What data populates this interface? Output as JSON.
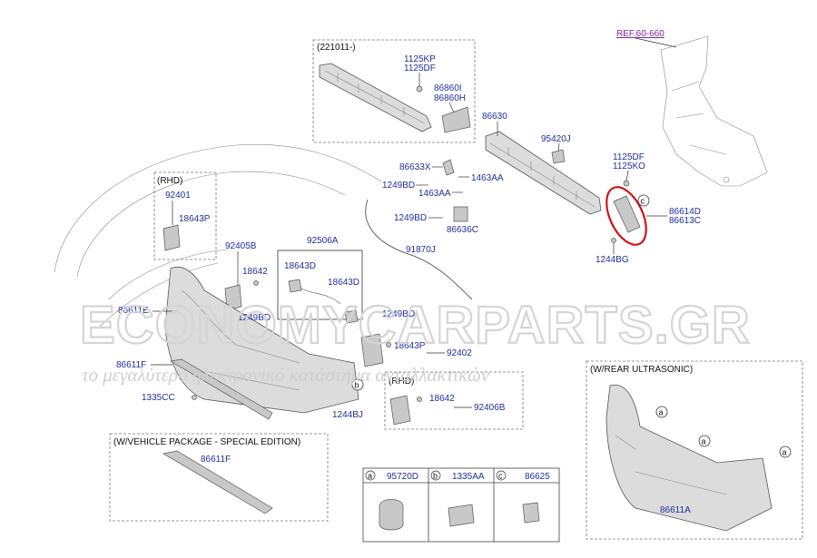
{
  "ref": "REF.60-660",
  "boxes": {
    "top": "(221011-)",
    "rhd_left": "(RHD)",
    "rhd_center": "(RHD)",
    "special": "(W/VEHICLE PACKAGE - SPECIAL EDITION)",
    "ultrasonic": "(W/REAR ULTRASONIC)"
  },
  "parts": {
    "p1125KP": "1125KP",
    "p1125DF_top": "1125DF",
    "p86860I": "86860I",
    "p86860H": "86860H",
    "p86630": "86630",
    "p95420J": "95420J",
    "p1125DF": "1125DF",
    "p1125KO": "1125KO",
    "p86633X": "86633X",
    "p1463AA_a": "1463AA",
    "p1249BD_a": "1249BD",
    "p1463AA_b": "1463AA",
    "p1249BD_b": "1249BD",
    "p86636C": "86636C",
    "p86614D": "86614D",
    "p86613C": "86613C",
    "p1244BG": "1244BG",
    "p92401": "92401",
    "p18643P_a": "18643P",
    "p92405B": "92405B",
    "p92506A": "92506A",
    "p91870J": "91870J",
    "p18642_a": "18642",
    "p18643D_a": "18643D",
    "p18643D_b": "18643D",
    "p86611E": "86611E",
    "p1249BD_c": "1249BD",
    "p1249BD_d": "1249BD",
    "p18643P_b": "18643P",
    "p92402": "92402",
    "p86611F": "86611F",
    "p1335CC": "1335CC",
    "p18642_b": "18642",
    "p92406B": "92406B",
    "p1244BJ": "1244BJ",
    "p86611F_b": "86611F",
    "p86611A": "86611A"
  },
  "callouts": {
    "a": "a",
    "b": "b",
    "c": "c"
  },
  "legend": [
    {
      "letter": "a",
      "part": "95720D"
    },
    {
      "letter": "b",
      "part": "1335AA"
    },
    {
      "letter": "c",
      "part": "86625"
    }
  ],
  "watermark": {
    "brand": "ECONOMYCARPARTS.GR",
    "tagline": "το μεγαλύτερο ηλεκτρονικό κατάστημα ανταλλακτικών"
  },
  "colors": {
    "label": "#1f2f9e",
    "highlight": "#d01414",
    "ref": "#7a2a9a"
  }
}
